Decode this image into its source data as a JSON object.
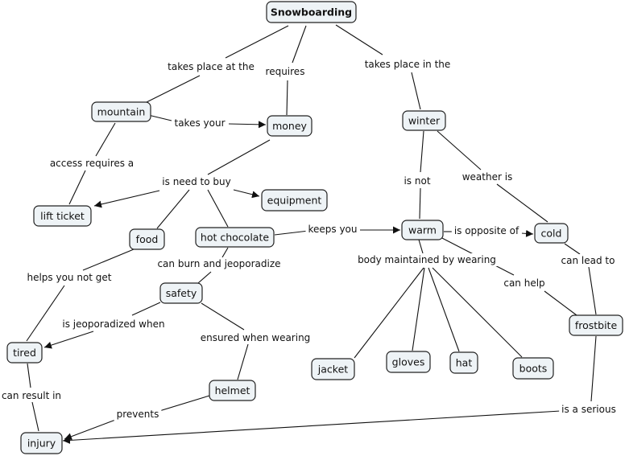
{
  "concepts": {
    "snowboarding": "Snowboarding",
    "mountain": "mountain",
    "money": "money",
    "winter": "winter",
    "lift_ticket": "lift ticket",
    "equipment": "equipment",
    "food": "food",
    "hot_chocolate": "hot chocolate",
    "warm": "warm",
    "cold": "cold",
    "safety": "safety",
    "tired": "tired",
    "helmet": "helmet",
    "injury": "injury",
    "jacket": "jacket",
    "gloves": "gloves",
    "hat": "hat",
    "boots": "boots",
    "frostbite": "frostbite"
  },
  "links": {
    "takes_place_at_the": "takes place at the",
    "requires": "requires",
    "takes_place_in_the": "takes place in the",
    "takes_your": "takes your",
    "access_requires_a": "access requires a",
    "is_need_to_buy": "is need to buy",
    "is_not": "is not",
    "weather_is": "weather is",
    "keeps_you": "keeps you",
    "is_opposite_of": "is opposite of",
    "can_burn": "can burn and jeoporadize",
    "body_maintained": "body maintained by wearing",
    "can_lead_to": "can lead to",
    "helps_you_not_get": "helps you not get",
    "can_help": "can help",
    "is_jeoporadized_when": "is jeoporadized when",
    "ensured_when_wearing": "ensured when wearing",
    "can_result_in": "can result in",
    "prevents": "prevents",
    "is_a_serious": "is a serious"
  }
}
